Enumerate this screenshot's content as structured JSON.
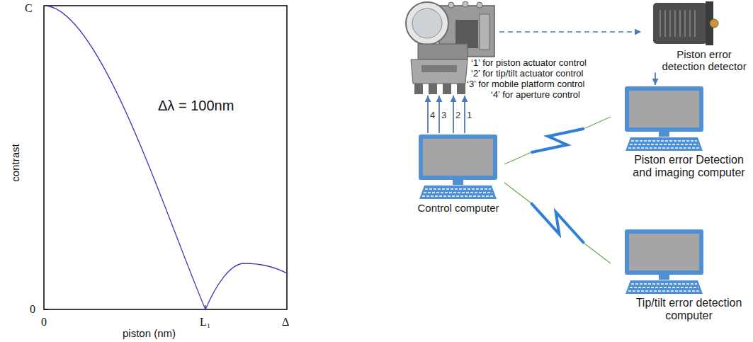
{
  "diagram": {
    "nodes": [
      {
        "text": [
          "‘1’ for piston actuator control",
          "‘2’ for tip/tilt actuator control",
          "‘3’ for mobile platform control",
          "‘4’ for aperture control"
        ]
      },
      {
        "text": [
          "Piston error detection detector"
        ]
      },
      {
        "text": [
          "Control computer"
        ]
      },
      {
        "text": [
          "Piston error Detection and imaging computer"
        ]
      },
      {
        "text": [
          "Tip/tilt error detection computer"
        ]
      }
    ],
    "edges": [
      {
        "from": 2,
        "to": 0,
        "arrow": "to",
        "label": "4"
      },
      {
        "from": 2,
        "to": 0,
        "arrow": "to",
        "label": "3"
      },
      {
        "from": 2,
        "to": 0,
        "arrow": "to",
        "label": "2"
      },
      {
        "from": 2,
        "to": 0,
        "arrow": "to",
        "label": "1"
      },
      {
        "from": 0,
        "to": 1,
        "arrow": "to"
      },
      {
        "from": 1,
        "to": 3,
        "arrow": "to"
      },
      {
        "from": 2,
        "to": 3,
        "arrow": "none"
      },
      {
        "from": 2,
        "to": 4,
        "arrow": "none"
      }
    ],
    "labels": [
      "C",
      "0",
      "0",
      "L₁",
      "Δ",
      "piston (nm)",
      "contrast",
      "Δλ = 100nm"
    ]
  }
}
